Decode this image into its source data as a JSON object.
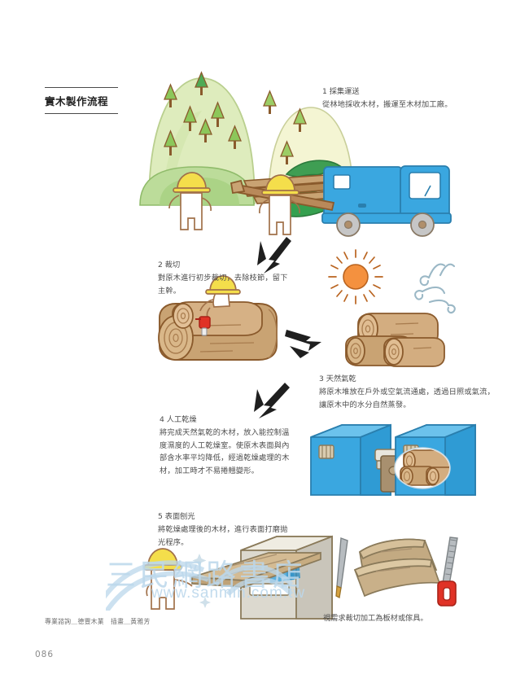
{
  "document": {
    "title": "實木製作流程",
    "page_number": "086",
    "credits": "專業諮詢＿德豐木業　插畫＿黃雅芳"
  },
  "steps": [
    {
      "id": "step-1",
      "heading": "1 採集運送",
      "body": "從林地採收木材，搬運至木材加工廠。",
      "illustration": "forest-logging-truck"
    },
    {
      "id": "step-2",
      "heading": "2 裁切",
      "body": "對原木進行初步裁切，去除枝節，留下主幹。",
      "illustration": "worker-chainsaw-log"
    },
    {
      "id": "step-3",
      "heading": "3 天然氣乾",
      "body": "將原木堆放在戶外或空氣流通處，透過日照或氣流，讓原木中的水分自然蒸發。",
      "illustration": "sun-wind-log-stack"
    },
    {
      "id": "step-4",
      "heading": "4 人工乾燥",
      "body": "將完成天然氣乾的木材，放入能控制溫度濕度的人工乾燥室。使原木表面與內部含水率平均降低，經過乾燥處理的木材，加工時才不易捲翹變形。",
      "illustration": "kiln-drying-chambers"
    },
    {
      "id": "step-5",
      "heading": "5 表面刨光",
      "body": "將乾燥處理後的木材，進行表面打磨拋光程序。",
      "illustration": "worker-planing-machine"
    }
  ],
  "final_caption": "視需求裁切加工為板材或傢具。",
  "watermark": {
    "brand": "三民網路書店",
    "url": "www.sanmin.com.tw"
  },
  "colors": {
    "mountain_light": "#dbeab4",
    "mountain_pale": "#f2f3cd",
    "tree_green": "#7ec04a",
    "tree_dark_green": "#2f9b52",
    "truck_blue": "#3aa7e0",
    "wood_light": "#c9a373",
    "wood_mid": "#b58a57",
    "wood_dark": "#96653a",
    "helmet_yellow": "#f2dd49",
    "sun_orange": "#f4913f",
    "chainsaw_red": "#e03226",
    "outline": "#7a5436",
    "text": "#4b4b4b",
    "watermark_blue": "#bcd8ec"
  }
}
